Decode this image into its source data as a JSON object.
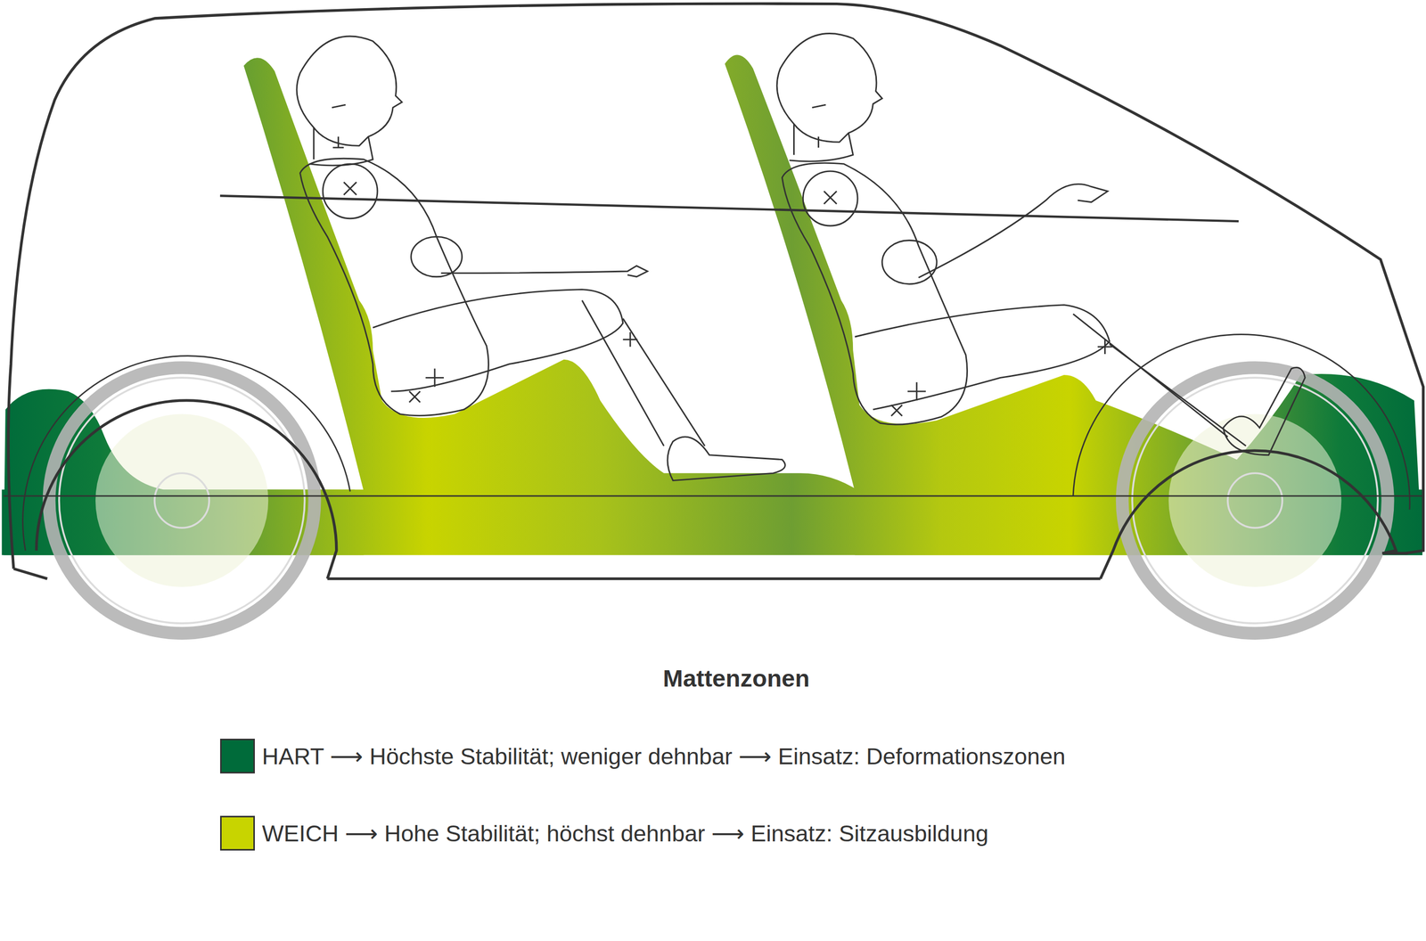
{
  "diagram": {
    "title": "Mattenzonen",
    "legend": [
      {
        "text": "HART ⟶ Höchste Stabilität; weniger dehnbar ⟶ Einsatz: Deformationszonen",
        "color": "#006b3a"
      },
      {
        "text": "WEICH ⟶ Hohe Stabilität; höchst dehnbar ⟶ Einsatz: Sitzausbildung",
        "color": "#c8d400"
      }
    ]
  }
}
